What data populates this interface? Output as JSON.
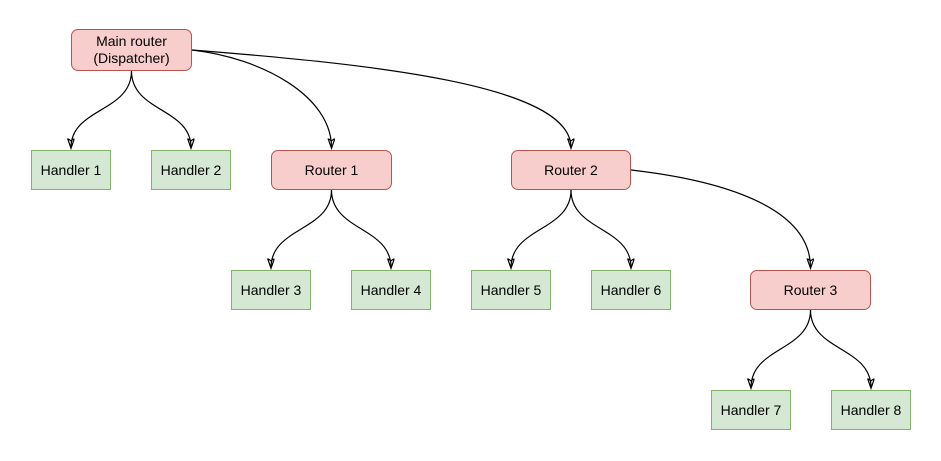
{
  "diagram": {
    "type": "tree-flowchart",
    "colors": {
      "router_fill": "#f8cecc",
      "router_border": "#b85450",
      "handler_fill": "#d5e8d4",
      "handler_border": "#82b366",
      "edge": "#000000",
      "background": "#ffffff",
      "text": "#000000"
    },
    "nodes": {
      "main_router": {
        "label": "Main router\n(Dispatcher)",
        "type": "router"
      },
      "router_1": {
        "label": "Router 1",
        "type": "router"
      },
      "router_2": {
        "label": "Router 2",
        "type": "router"
      },
      "router_3": {
        "label": "Router 3",
        "type": "router"
      },
      "handler_1": {
        "label": "Handler 1",
        "type": "handler"
      },
      "handler_2": {
        "label": "Handler 2",
        "type": "handler"
      },
      "handler_3": {
        "label": "Handler 3",
        "type": "handler"
      },
      "handler_4": {
        "label": "Handler 4",
        "type": "handler"
      },
      "handler_5": {
        "label": "Handler 5",
        "type": "handler"
      },
      "handler_6": {
        "label": "Handler 6",
        "type": "handler"
      },
      "handler_7": {
        "label": "Handler 7",
        "type": "handler"
      },
      "handler_8": {
        "label": "Handler 8",
        "type": "handler"
      }
    },
    "edges": [
      {
        "from": "main_router",
        "to": "handler_1"
      },
      {
        "from": "main_router",
        "to": "handler_2"
      },
      {
        "from": "main_router",
        "to": "router_1"
      },
      {
        "from": "main_router",
        "to": "router_2"
      },
      {
        "from": "router_1",
        "to": "handler_3"
      },
      {
        "from": "router_1",
        "to": "handler_4"
      },
      {
        "from": "router_2",
        "to": "handler_5"
      },
      {
        "from": "router_2",
        "to": "handler_6"
      },
      {
        "from": "router_2",
        "to": "router_3"
      },
      {
        "from": "router_3",
        "to": "handler_7"
      },
      {
        "from": "router_3",
        "to": "handler_8"
      }
    ]
  }
}
